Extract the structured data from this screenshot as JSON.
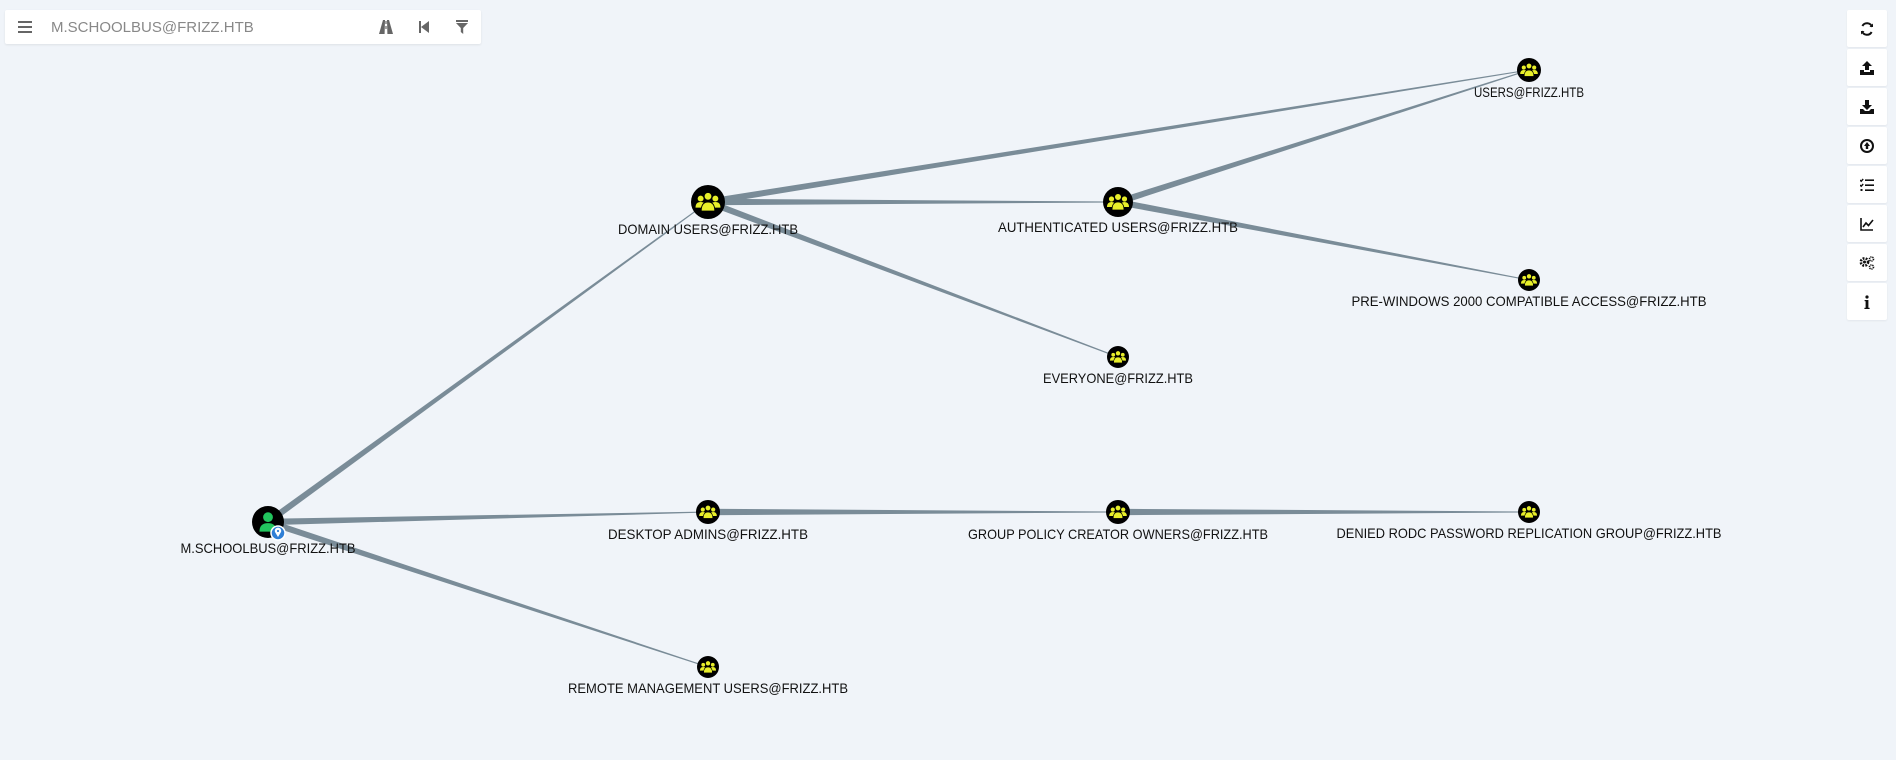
{
  "search": {
    "placeholder": "M.SCHOOLBUS@FRIZZ.HTB",
    "menu_icon": "hamburger-menu-icon",
    "pathfinding_icon": "road-icon",
    "back_icon": "step-backward-icon",
    "filter_icon": "filter-icon"
  },
  "toolbar": {
    "buttons": [
      {
        "name": "refresh-icon"
      },
      {
        "name": "upload-icon"
      },
      {
        "name": "download-icon"
      },
      {
        "name": "import-circle-icon"
      },
      {
        "name": "tasks-list-icon"
      },
      {
        "name": "chart-line-icon"
      },
      {
        "name": "cogs-icon"
      },
      {
        "name": "info-icon"
      }
    ]
  },
  "graph": {
    "nodes": [
      {
        "id": "users",
        "label": "USERS@FRIZZ.HTB",
        "type": "group"
      },
      {
        "id": "domain_users",
        "label": "DOMAIN USERS@FRIZZ.HTB",
        "type": "group"
      },
      {
        "id": "auth_users",
        "label": "AUTHENTICATED USERS@FRIZZ.HTB",
        "type": "group"
      },
      {
        "id": "prewin",
        "label": "PRE-WINDOWS 2000 COMPATIBLE ACCESS@FRIZZ.HTB",
        "type": "group"
      },
      {
        "id": "everyone",
        "label": "EVERYONE@FRIZZ.HTB",
        "type": "group"
      },
      {
        "id": "schoolbus",
        "label": "M.SCHOOLBUS@FRIZZ.HTB",
        "type": "user"
      },
      {
        "id": "desktop_admins",
        "label": "DESKTOP ADMINS@FRIZZ.HTB",
        "type": "group"
      },
      {
        "id": "gpco",
        "label": "GROUP POLICY CREATOR OWNERS@FRIZZ.HTB",
        "type": "group"
      },
      {
        "id": "denied_rodc",
        "label": "DENIED RODC PASSWORD REPLICATION GROUP@FRIZZ.HTB",
        "type": "group"
      },
      {
        "id": "remote_mgmt",
        "label": "REMOTE MANAGEMENT USERS@FRIZZ.HTB",
        "type": "group"
      }
    ],
    "edges": [
      {
        "from": "schoolbus",
        "to": "domain_users"
      },
      {
        "from": "schoolbus",
        "to": "desktop_admins"
      },
      {
        "from": "schoolbus",
        "to": "remote_mgmt"
      },
      {
        "from": "domain_users",
        "to": "users"
      },
      {
        "from": "domain_users",
        "to": "auth_users"
      },
      {
        "from": "domain_users",
        "to": "everyone"
      },
      {
        "from": "auth_users",
        "to": "users"
      },
      {
        "from": "auth_users",
        "to": "prewin"
      },
      {
        "from": "desktop_admins",
        "to": "gpco"
      },
      {
        "from": "gpco",
        "to": "denied_rodc"
      }
    ],
    "colors": {
      "group_fill": "#e8ef2a",
      "node_bg": "#000000",
      "user_fill": "#22c55e",
      "edge": "#7a8c98",
      "owned_badge": "#2f7fd6"
    }
  }
}
